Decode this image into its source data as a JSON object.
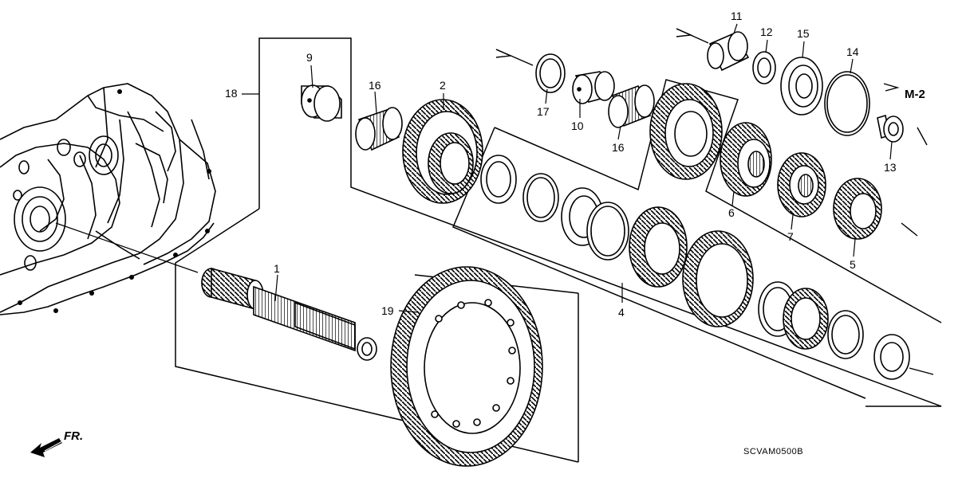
{
  "diagram": {
    "reference_label": "M-2",
    "drawing_code": "SCVAM0500B",
    "front_marker": "FR.",
    "callouts": {
      "p1": "1",
      "p2": "2",
      "p4": "4",
      "p5": "5",
      "p6": "6",
      "p7": "7",
      "p9": "9",
      "p10": "10",
      "p11": "11",
      "p12": "12",
      "p13": "13",
      "p14": "14",
      "p15": "15",
      "p16a": "16",
      "p16b": "16",
      "p17": "17",
      "p18": "18",
      "p19": "19"
    }
  },
  "colors": {
    "ink": "#000000",
    "paper": "#ffffff"
  }
}
